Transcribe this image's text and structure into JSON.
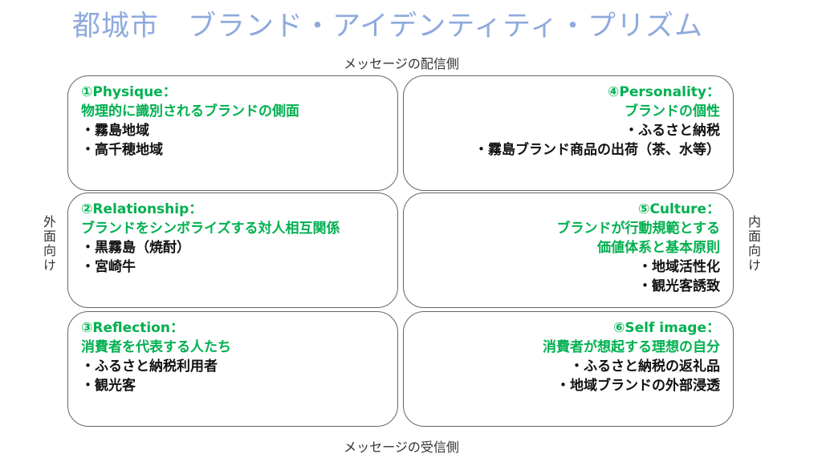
{
  "title": "都城市　ブランド・アイデンティティ・プリズム",
  "axis": {
    "top": "メッセージの配信側",
    "bottom": "メッセージの受信側",
    "left": "外面向け",
    "right": "内面向け"
  },
  "colors": {
    "heading": "#00b050",
    "title": "#8faadc"
  },
  "boxes": [
    {
      "heading": [
        "①Physique：",
        "物理的に識別されるブランドの側面"
      ],
      "items": [
        "・霧島地域",
        "・高千穂地域"
      ]
    },
    {
      "heading": [
        "②Relationship：",
        "ブランドをシンボライズする対人相互関係"
      ],
      "items": [
        "・黒霧島（焼酎）",
        "・宮崎牛"
      ]
    },
    {
      "heading": [
        "③Reflection：",
        "消費者を代表する人たち"
      ],
      "items": [
        "・ふるさと納税利用者",
        "・観光客"
      ]
    },
    {
      "heading": [
        "④Personality：",
        "ブランドの個性"
      ],
      "items": [
        "・ふるさと納税",
        "・霧島ブランド商品の出荷（茶、水等）"
      ]
    },
    {
      "heading": [
        "⑤Culture：",
        "ブランドが行動規範とする",
        "価値体系と基本原則"
      ],
      "items": [
        "・地域活性化",
        "・観光客誘致"
      ]
    },
    {
      "heading": [
        "⑥Self image：",
        "消費者が想起する理想の自分"
      ],
      "items": [
        "・ふるさと納税の返礼品",
        "・地域ブランドの外部浸透"
      ]
    }
  ]
}
